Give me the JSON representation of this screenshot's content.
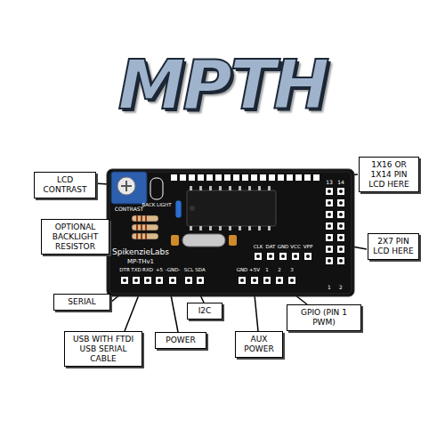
{
  "diagram": {
    "title": "MPTH",
    "nodes": [
      {
        "text": [
          "LCD CONTRAST"
        ]
      },
      {
        "text": [
          "1X16 OR 1X14 PIN LCD HERE"
        ]
      },
      {
        "text": [
          "OPTIONAL BACKLIGHT RESISTOR"
        ]
      },
      {
        "text": [
          "2X7 PIN LCD HERE"
        ]
      },
      {
        "text": [
          "SERIAL"
        ]
      },
      {
        "text": [
          "I2C"
        ]
      },
      {
        "text": [
          "GPIO (PIN 1 PWM)"
        ]
      },
      {
        "text": [
          "USB WITH FTDI USB SERIAL CABLE"
        ]
      },
      {
        "text": [
          "POWER"
        ]
      },
      {
        "text": [
          "AUX POWER"
        ]
      }
    ],
    "labels": [
      "SpikenzieLabs",
      "MP-THv1",
      "CONTRAST",
      "BACK LIGHT",
      "DTR",
      "TXD",
      "RXD",
      "+5",
      "-GND-",
      "SCL",
      "SDA",
      "GND",
      "+5V",
      "1",
      "2",
      "3",
      "CLK",
      "DAT",
      "GND",
      "VCC",
      "VPP",
      "13",
      "14",
      "1",
      "2"
    ]
  }
}
